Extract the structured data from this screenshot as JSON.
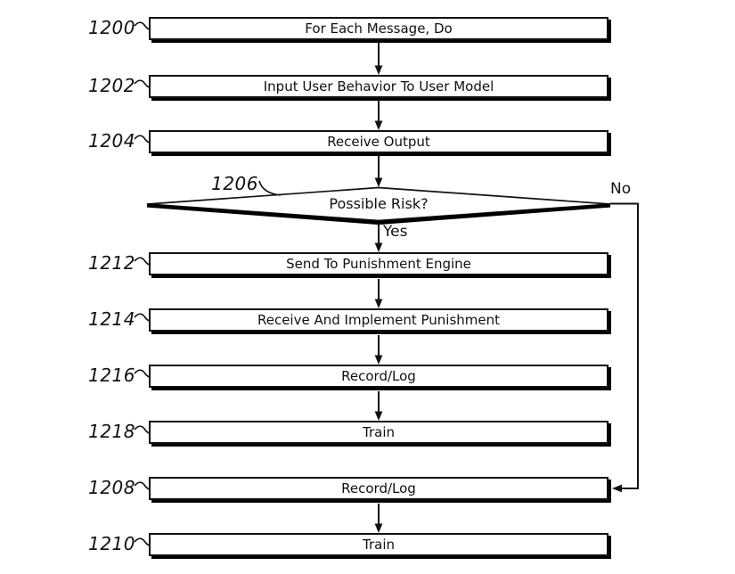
{
  "figure": {
    "type": "flowchart",
    "background": "#ffffff",
    "ink": "#111111"
  },
  "steps": [
    {
      "ref": "1200",
      "label": "For Each Message, Do",
      "shape": "process"
    },
    {
      "ref": "1202",
      "label": "Input User Behavior To User Model",
      "shape": "process"
    },
    {
      "ref": "1204",
      "label": "Receive Output",
      "shape": "process"
    },
    {
      "ref": "1206",
      "label": "Possible Risk?",
      "shape": "decision"
    },
    {
      "ref": "1212",
      "label": "Send To Punishment Engine",
      "shape": "process"
    },
    {
      "ref": "1214",
      "label": "Receive And Implement Punishment",
      "shape": "process"
    },
    {
      "ref": "1216",
      "label": "Record/Log",
      "shape": "process"
    },
    {
      "ref": "1218",
      "label": "Train",
      "shape": "process"
    },
    {
      "ref": "1208",
      "label": "Record/Log",
      "shape": "process"
    },
    {
      "ref": "1210",
      "label": "Train",
      "shape": "process"
    }
  ],
  "branches": {
    "yes": "Yes",
    "no": "No"
  },
  "edges": [
    {
      "from": "1200",
      "to": "1202"
    },
    {
      "from": "1202",
      "to": "1204"
    },
    {
      "from": "1204",
      "to": "1206"
    },
    {
      "from": "1206",
      "to": "1212",
      "label": "Yes"
    },
    {
      "from": "1206",
      "to": "1208",
      "label": "No"
    },
    {
      "from": "1212",
      "to": "1214"
    },
    {
      "from": "1214",
      "to": "1216"
    },
    {
      "from": "1216",
      "to": "1218"
    },
    {
      "from": "1208",
      "to": "1210"
    }
  ]
}
